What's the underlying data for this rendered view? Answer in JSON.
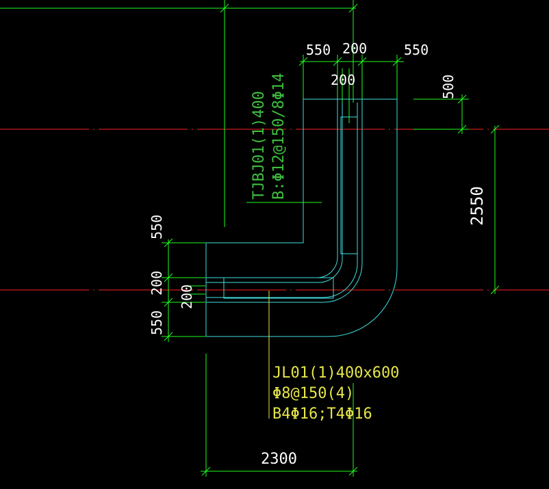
{
  "colors": {
    "background": "#000000",
    "axis_line": "#ff2020",
    "dimension_line": "#20ff20",
    "outline": "#40e0e0",
    "dimension_text": "#ffffff",
    "beam_note": "#e6e64a",
    "strip_note": "#3fbf3f"
  },
  "dimensions": {
    "top_left": "550",
    "top_middle": "200",
    "top_right": "550",
    "top_inner": "200",
    "right_top": "500",
    "right_long": "2550",
    "left_top": "550",
    "left_middle": "200",
    "left_inner": "200",
    "left_bottom": "550",
    "bottom": "2300"
  },
  "strip_footing_note": {
    "line1": "TJBJ01(1)400",
    "line2": "B:Φ12@150/8Φ14"
  },
  "beam_note": {
    "line1": "JL01(1)400x600",
    "line2": "Φ8@150(4)",
    "line3": "B4Φ16;T4Φ16"
  }
}
